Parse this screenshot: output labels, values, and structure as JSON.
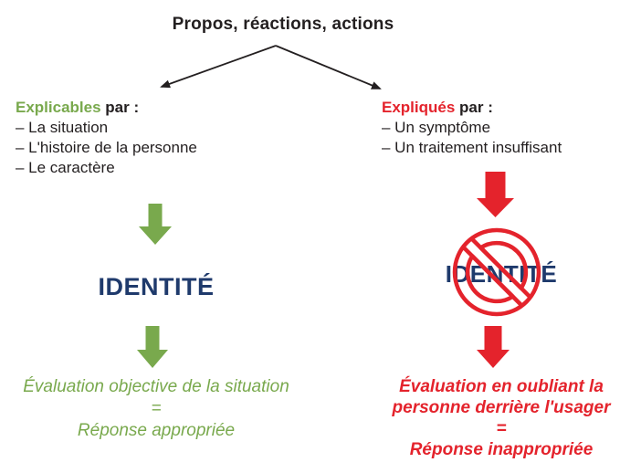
{
  "title": "Propos, réactions, actions",
  "left": {
    "heading_highlight": "Explicables",
    "heading_rest": " par :",
    "items": [
      "– La situation",
      "– L'histoire de la personne",
      "– Le caractère"
    ],
    "identity_label": "IDENTITÉ",
    "conclusion_lines": [
      "Évaluation objective de la situation",
      "=",
      "Réponse appropriée"
    ]
  },
  "right": {
    "heading_highlight": "Expliqués",
    "heading_rest": " par :",
    "items": [
      "– Un symptôme",
      "– Un traitement insuffisant"
    ],
    "identity_label": "IDENTITÉ",
    "conclusion_lines": [
      "Évaluation en oubliant la",
      "personne derrière l'usager",
      "=",
      "Réponse inappropriée"
    ]
  },
  "icons": {
    "fork": "branch-arrows-icon",
    "green_arrow": "green-down-arrow-icon",
    "red_arrow": "red-down-arrow-icon",
    "prohibition": "prohibition-icon"
  },
  "colors": {
    "green": "#79A94D",
    "red": "#E4232C",
    "navy": "#1F3A6C",
    "text": "#231F20"
  }
}
